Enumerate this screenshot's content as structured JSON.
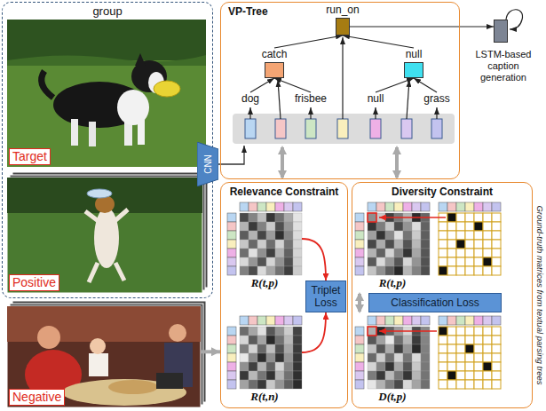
{
  "diagram": {
    "nodes": [
      {
        "text": [
          "group"
        ]
      },
      {
        "text": [
          "Target"
        ],
        "in": 0
      },
      {
        "text": [
          "Positive"
        ],
        "in": 0
      },
      {
        "text": [
          "Negative"
        ]
      },
      {
        "text": [
          "CNN"
        ]
      },
      {
        "text": [
          "VP-Tree"
        ]
      },
      {
        "text": [
          "run_on"
        ],
        "in": 5
      },
      {
        "text": [
          "catch"
        ],
        "in": 5
      },
      {
        "text": [
          "null"
        ],
        "in": 5
      },
      {
        "text": [
          "dog"
        ],
        "in": 5
      },
      {
        "text": [
          "frisbee"
        ],
        "in": 5
      },
      {
        "text": [
          "null"
        ],
        "in": 5
      },
      {
        "text": [
          "grass"
        ],
        "in": 5
      },
      {
        "text": [
          "LSTM-based caption generation"
        ]
      },
      {
        "text": [
          "Relevance Constraint"
        ]
      },
      {
        "text": [
          "R(t,p)"
        ],
        "in": 14
      },
      {
        "text": [
          "R(t,n)"
        ],
        "in": 14
      },
      {
        "text": [
          "Triplet Loss"
        ],
        "in": 14
      },
      {
        "text": [
          "Diversity Constraint"
        ]
      },
      {
        "text": [
          "R(t,p)"
        ],
        "in": 18
      },
      {
        "text": [
          "D(t,p)"
        ],
        "in": 18
      },
      {
        "text": [
          "Classification Loss"
        ],
        "in": 18
      }
    ],
    "edges": [
      {
        "from": 9,
        "to": 7,
        "arrow": "to"
      },
      {
        "from": 10,
        "to": 7,
        "arrow": "to"
      },
      {
        "from": 11,
        "to": 8,
        "arrow": "to"
      },
      {
        "from": 12,
        "to": 8,
        "arrow": "to"
      },
      {
        "from": 7,
        "to": 6,
        "arrow": "to"
      },
      {
        "from": 8,
        "to": 6,
        "arrow": "to"
      },
      {
        "from": 6,
        "to": 13,
        "arrow": "to"
      },
      {
        "from": 15,
        "to": 17,
        "arrow": "to"
      },
      {
        "from": 16,
        "to": 17,
        "arrow": "to"
      },
      {
        "from": 3,
        "to": 14,
        "arrow": "to"
      }
    ],
    "labels": [
      "Ground-truth matrices from textual parsing trees"
    ]
  }
}
